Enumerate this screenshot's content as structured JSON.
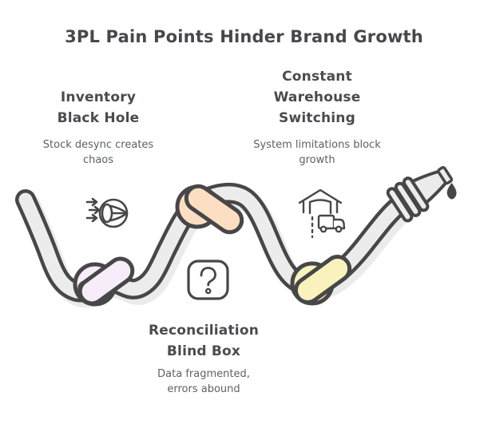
{
  "title": "3PL Pain Points Hinder Brand Growth",
  "sections": [
    {
      "id": "inventory-black-hole",
      "heading": "Inventory Black Hole",
      "heading_lines": [
        "Inventory",
        "Black Hole"
      ],
      "description": "Stock desync creates chaos",
      "description_lines": [
        "Stock desync creates",
        "chaos"
      ],
      "icon": "black-hole-icon"
    },
    {
      "id": "constant-warehouse-switching",
      "heading": "Constant Warehouse Switching",
      "heading_lines": [
        "Constant",
        "Warehouse",
        "Switching"
      ],
      "description": "System limitations block growth",
      "description_lines": [
        "System limitations block",
        "growth"
      ],
      "icon": "warehouse-truck-icon"
    },
    {
      "id": "reconciliation-blind-box",
      "heading": "Reconciliation Blind Box",
      "heading_lines": [
        "Reconciliation",
        "Blind Box"
      ],
      "description": "Data fragmented, errors abound",
      "description_lines": [
        "Data fragmented,",
        "errors abound"
      ],
      "icon": "question-box-icon"
    }
  ],
  "illustration": {
    "type": "tangled-hose-with-knots",
    "hose_color": "#ececec",
    "outline_color": "#474747",
    "shadow_color": "#ebebeb",
    "knots": [
      {
        "name": "lavender-knot",
        "color": "#f7ecfa"
      },
      {
        "name": "peach-knot",
        "color": "#fcdfc2"
      },
      {
        "name": "yellow-knot",
        "color": "#faf2bd"
      }
    ],
    "end_piece": "dripping-nozzle-icon"
  },
  "colors": {
    "title": "#46484c",
    "heading": "#494b4f",
    "body": "#5d6064",
    "background": "#ffffff"
  }
}
